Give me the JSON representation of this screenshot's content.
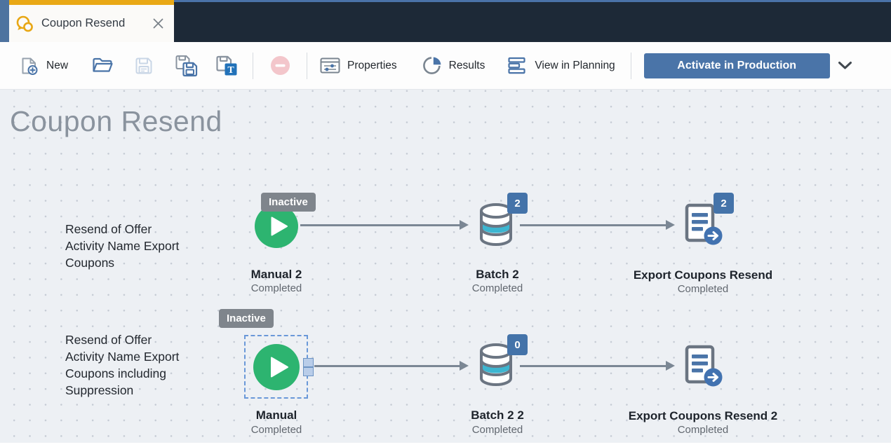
{
  "window": {
    "tab_title": "Coupon Resend"
  },
  "toolbar": {
    "new": "New",
    "properties": "Properties",
    "results": "Results",
    "view_in_planning": "View in Planning",
    "activate": "Activate in Production"
  },
  "canvas_title": "Coupon Resend",
  "flows": [
    {
      "annotation": "Resend of Offer Activity Name Export Coupons",
      "state_badge": "Inactive",
      "nodes": [
        {
          "type": "manual-start",
          "name": "Manual 2",
          "status": "Completed"
        },
        {
          "type": "batch",
          "name": "Batch 2",
          "status": "Completed",
          "count": "2"
        },
        {
          "type": "export",
          "name": "Export Coupons Resend",
          "status": "Completed",
          "count": "2"
        }
      ]
    },
    {
      "annotation": "Resend of Offer Activity Name Export Coupons including Suppression",
      "state_badge": "Inactive",
      "selected_node": "Manual",
      "nodes": [
        {
          "type": "manual-start",
          "name": "Manual",
          "status": "Completed"
        },
        {
          "type": "batch",
          "name": "Batch 2 2",
          "status": "Completed",
          "count": "0"
        },
        {
          "type": "export",
          "name": "Export Coupons Resend 2",
          "status": "Completed"
        }
      ]
    }
  ],
  "colors": {
    "accent_blue": "#4a74a8",
    "navy_header": "#1d2937",
    "gold_tab": "#e9a816",
    "success_green": "#2db470",
    "badge_blue": "#4473a9",
    "inactive_gray": "#7f858c",
    "teal_band": "#3db6d1",
    "arrow_gray": "#7b8794"
  }
}
